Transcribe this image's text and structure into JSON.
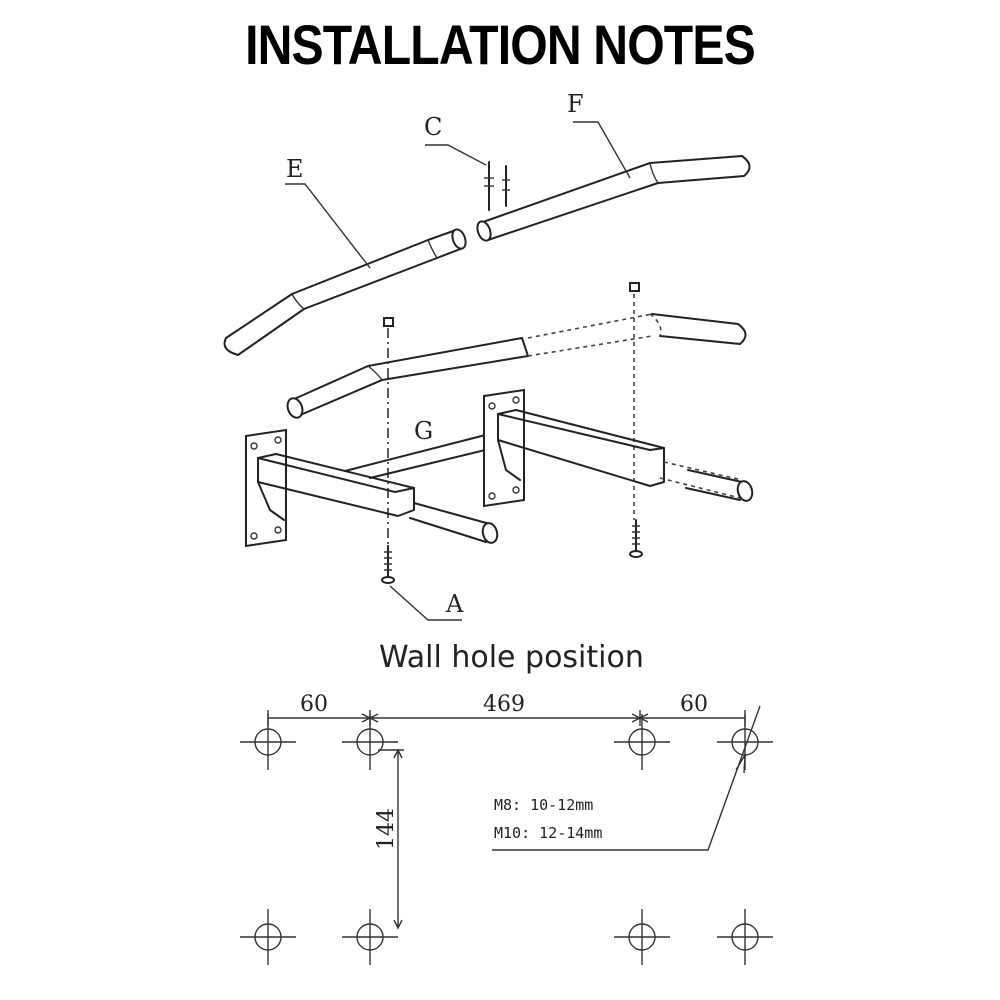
{
  "title": "INSTALLATION NOTES",
  "parts": {
    "a": "A",
    "c": "C",
    "e": "E",
    "f": "F",
    "g": "G"
  },
  "wall_hole": {
    "heading": "Wall hole position",
    "dim_left": "60",
    "dim_middle": "469",
    "dim_right": "60",
    "dim_vertical": "144",
    "spec_m8": "M8:  10-12mm",
    "spec_m10": "M10: 12-14mm"
  }
}
